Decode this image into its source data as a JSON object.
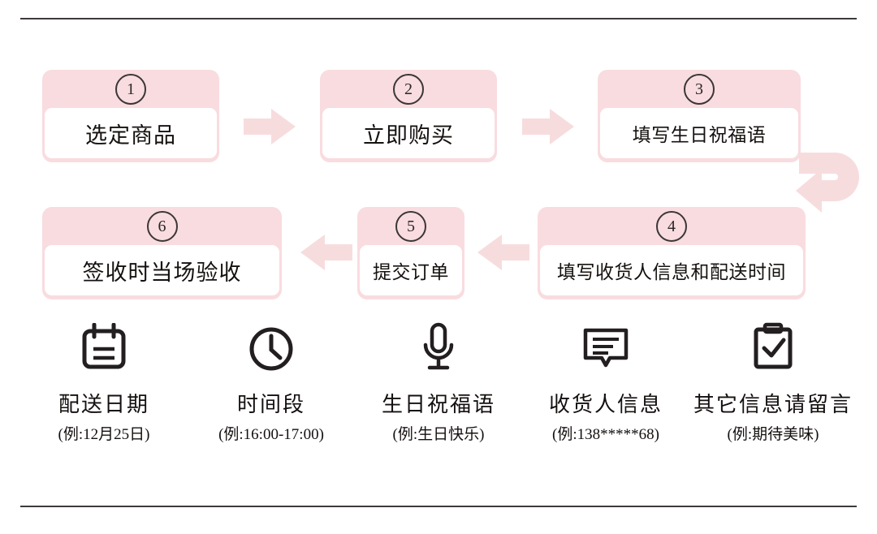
{
  "theme": {
    "pink": "#f9dcdf",
    "arrow_pink": "#f7dcde",
    "ink": "#14100f",
    "rule": "#3d3a3c"
  },
  "dividers": {
    "top_name": "top-divider",
    "bottom_name": "bottom-divider"
  },
  "flow": {
    "steps": [
      {
        "number": "1",
        "label": "选定商品"
      },
      {
        "number": "2",
        "label": "立即购买"
      },
      {
        "number": "3",
        "label": "填写生日祝福语"
      },
      {
        "number": "4",
        "label": "填写收货人信息和配送时间"
      },
      {
        "number": "5",
        "label": "提交订单"
      },
      {
        "number": "6",
        "label": "签收时当场验收"
      }
    ],
    "connectors": [
      {
        "name": "arrow-step1-to-step2",
        "direction": "right"
      },
      {
        "name": "arrow-step2-to-step3",
        "direction": "right"
      },
      {
        "name": "arrow-step3-to-step4",
        "direction": "u-turn"
      },
      {
        "name": "arrow-step4-to-step5",
        "direction": "left"
      },
      {
        "name": "arrow-step5-to-step6",
        "direction": "left"
      }
    ]
  },
  "features": [
    {
      "icon": "calendar-icon",
      "title": "配送日期",
      "example": "(例:12月25日)"
    },
    {
      "icon": "clock-icon",
      "title": "时间段",
      "example": "(例:16:00-17:00)"
    },
    {
      "icon": "microphone-icon",
      "title": "生日祝福语",
      "example": "(例:生日快乐)"
    },
    {
      "icon": "message-note-icon",
      "title": "收货人信息",
      "example": "(例:138*****68)"
    },
    {
      "icon": "clipboard-check-icon",
      "title": "其它信息请留言",
      "example": "(例:期待美味)"
    }
  ]
}
